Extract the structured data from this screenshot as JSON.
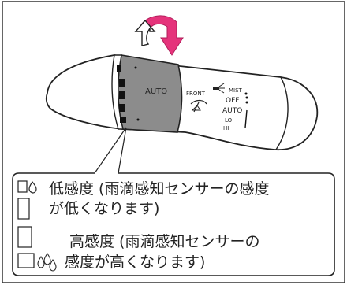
{
  "stalk": {
    "auto_label": "AUTO",
    "front_label": "FRONT",
    "modes": [
      "MIST",
      "OFF",
      "AUTO",
      "LO",
      "HI"
    ]
  },
  "legend": {
    "low_line1": "低感度 (雨滴感知センサーの感度",
    "low_line2": "が低くなります)",
    "high_line1": "高感度 (雨滴感知センサーの",
    "high_line2": "感度が高くなります)"
  },
  "colors": {
    "arrow": "#e5337b",
    "ring": "#8c8c8c",
    "outline": "#222222"
  },
  "icons": [
    "rotation-arrow-icon",
    "front-washer-icon",
    "windshield-wiper-icon",
    "droplet-small-icon",
    "droplet-large-icon"
  ]
}
